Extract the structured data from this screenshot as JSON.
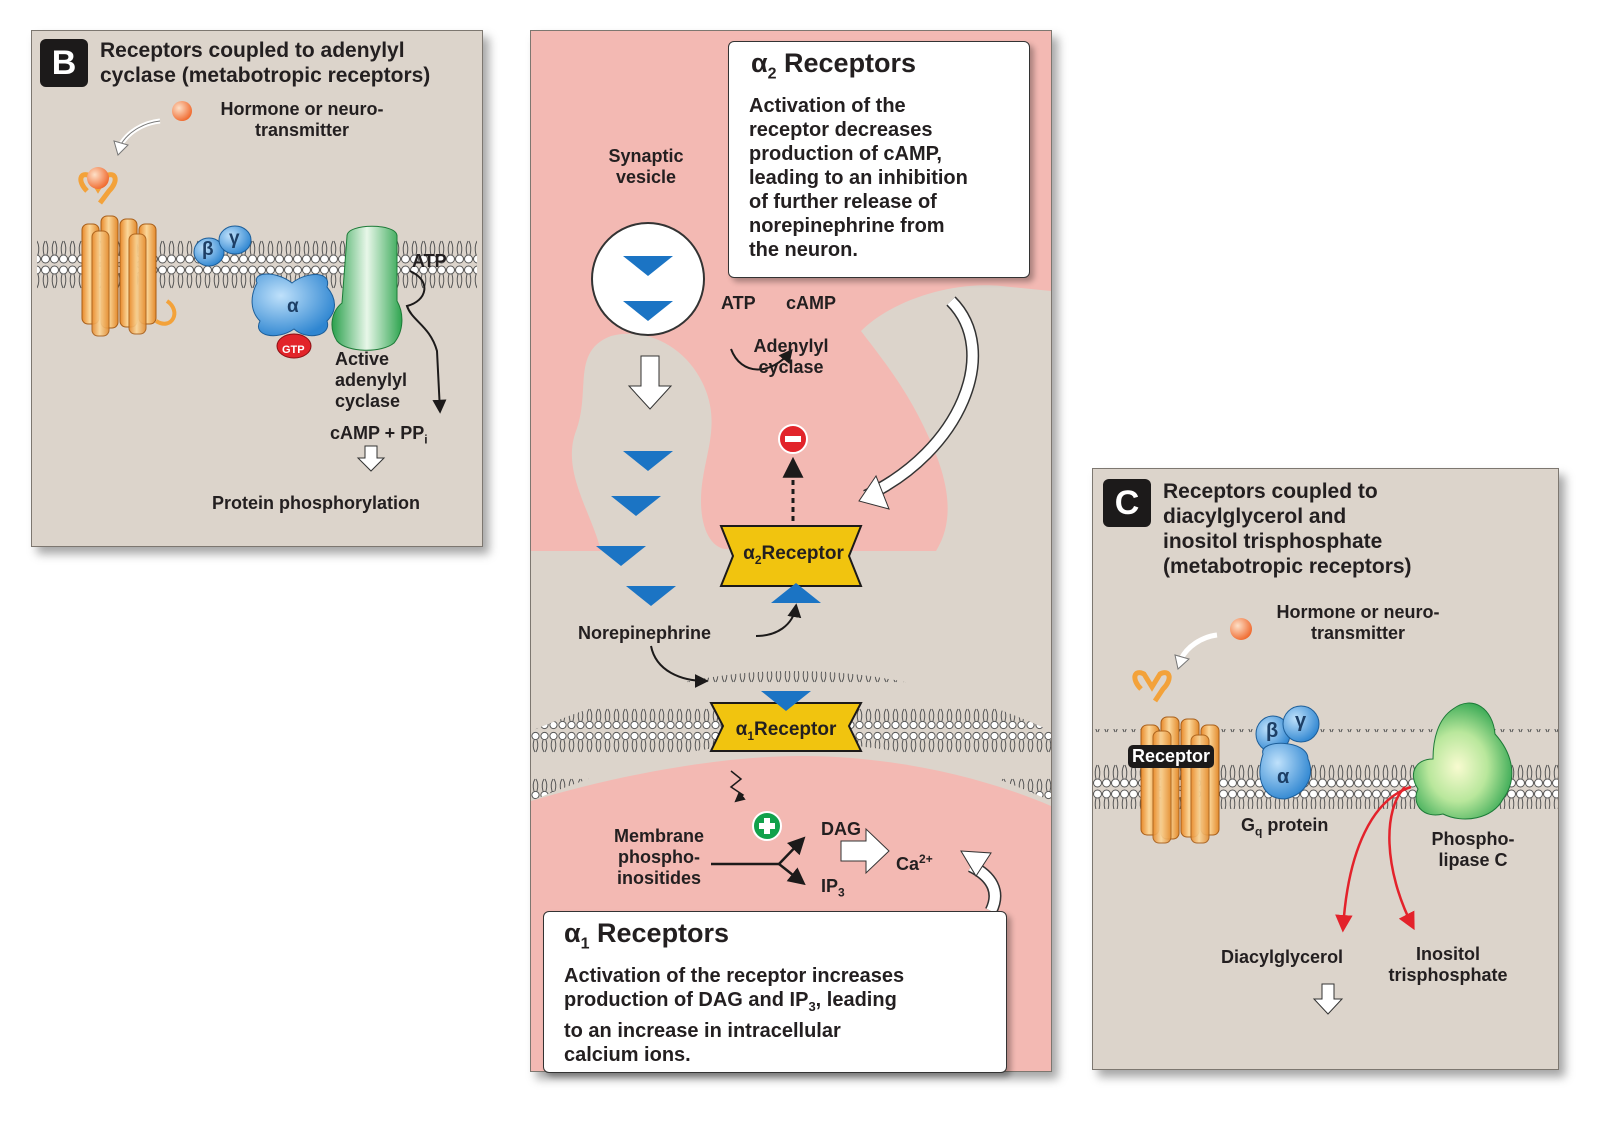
{
  "panel_b": {
    "letter": "B",
    "title_line1": "Receptors coupled to adenylyl",
    "title_line2": "cyclase (metabotropic receptors)",
    "hormone_line1": "Hormone or neuro-",
    "hormone_line2": "transmitter",
    "beta": "β",
    "gamma": "γ",
    "alpha": "α",
    "gtp": "GTP",
    "atp": "ATP",
    "active_line1": "Active",
    "active_line2": "adenylyl",
    "active_line3": "cyclase",
    "camp_pp": "cAMP + PP",
    "camp_pp_sub": "i",
    "protein_phos": "Protein phosphorylation"
  },
  "panel_a": {
    "alpha2_callout": {
      "title_symbol": "α",
      "title_sub": "2",
      "title_rest": " Receptors",
      "body": [
        "Activation of the",
        "receptor decreases",
        "production of cAMP,",
        "leading to an inhibition",
        "of further release of",
        "norepinephrine from",
        "the neuron."
      ]
    },
    "synaptic_line1": "Synaptic",
    "synaptic_line2": "vesicle",
    "atp": "ATP",
    "camp": "cAMP",
    "adenylyl_line1": "Adenylyl",
    "adenylyl_line2": "cyclase",
    "alpha2_receptor_symbol": "α",
    "alpha2_receptor_sub": "2",
    "alpha2_receptor_rest": "Receptor",
    "norepinephrine": "Norepinephrine",
    "alpha1_receptor_symbol": "α",
    "alpha1_receptor_sub": "1",
    "alpha1_receptor_rest": "Receptor",
    "membrane_line1": "Membrane",
    "membrane_line2": "phospho-",
    "membrane_line3": "inositides",
    "dag": "DAG",
    "ip3": "IP",
    "ip3_sub": "3",
    "ca": "Ca",
    "ca_sup": "2+",
    "alpha1_callout": {
      "title_symbol": "α",
      "title_sub": "1",
      "title_rest": " Receptors",
      "body_line1": "Activation of the receptor increases",
      "body_line2_a": "production of DAG and IP",
      "body_line2_sub": "3",
      "body_line2_b": ", leading",
      "body_line3": "to an increase in intracellular",
      "body_line4": "calcium ions."
    }
  },
  "panel_c": {
    "letter": "C",
    "title": [
      "Receptors coupled to",
      "diacylglycerol and",
      "inositol trisphosphate",
      "(metabotropic receptors)"
    ],
    "hormone_line1": "Hormone or neuro-",
    "hormone_line2": "transmitter",
    "receptor": "Receptor",
    "beta": "β",
    "gamma": "γ",
    "alpha": "α",
    "gq": "G",
    "gq_sub": "q",
    "gq_rest": " protein",
    "phospho_line1": "Phospho-",
    "phospho_line2": "lipase C",
    "diacylglycerol": "Diacylglycerol",
    "inositol_line1": "Inositol",
    "inositol_line2": "trisphosphate"
  },
  "colors": {
    "panel_bg": "#dcd4cb",
    "pink": "#f3b9b3",
    "receptor_orange": "#f3a23a",
    "g_protein_blue": "#3d8fd6",
    "adenylyl_green": "#36b65a",
    "receptor_yellow": "#f1c40f",
    "norepinephrine_blue": "#1b74c4",
    "inhibit_red": "#e2242a",
    "activate_green": "#11a14b",
    "arrow_red": "#e3222b",
    "hormone_orange": "#f26b2b"
  }
}
